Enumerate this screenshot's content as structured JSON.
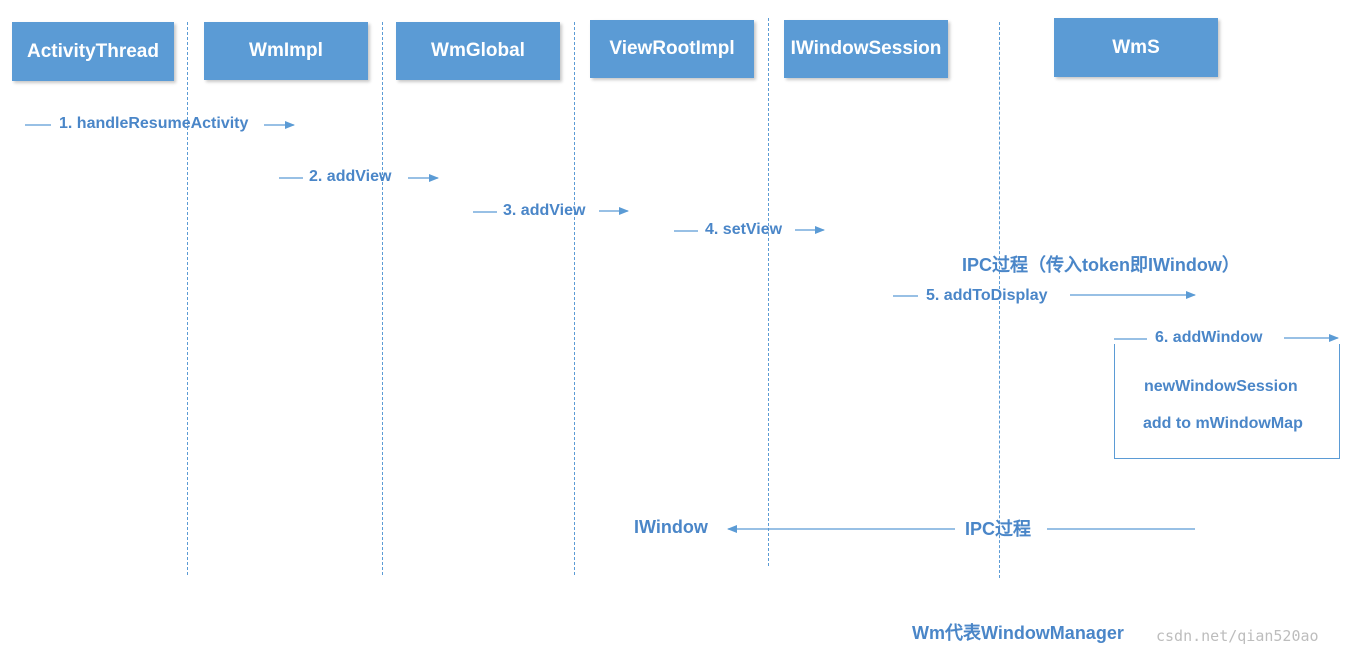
{
  "participants": [
    {
      "id": "activity_thread",
      "label": "ActivityThread"
    },
    {
      "id": "wm_impl",
      "label": "WmImpl"
    },
    {
      "id": "wm_global",
      "label": "WmGlobal"
    },
    {
      "id": "view_root_impl",
      "label": "ViewRootImpl"
    },
    {
      "id": "iwindow_session",
      "label": "IWindowSession"
    },
    {
      "id": "wms",
      "label": "WmS"
    }
  ],
  "messages": [
    {
      "label": "1. handleResumeActivity"
    },
    {
      "label": "2. addView"
    },
    {
      "label": "3. addView"
    },
    {
      "label": "4. setView"
    },
    {
      "label": "5. addToDisplay"
    },
    {
      "label": "6. addWindow"
    }
  ],
  "ipc_note": "IPC过程（传入token即IWindow）",
  "wms_actions": [
    "newWindowSession",
    "add to mWindowMap"
  ],
  "return_message": {
    "target": "IWindow",
    "label": "IPC过程"
  },
  "footnote": "Wm代表WindowManager",
  "watermark": "csdn.net/qian520ao",
  "colors": {
    "accent": "#5b9bd5",
    "text": "#4a86c8",
    "box_text": "#ffffff"
  }
}
